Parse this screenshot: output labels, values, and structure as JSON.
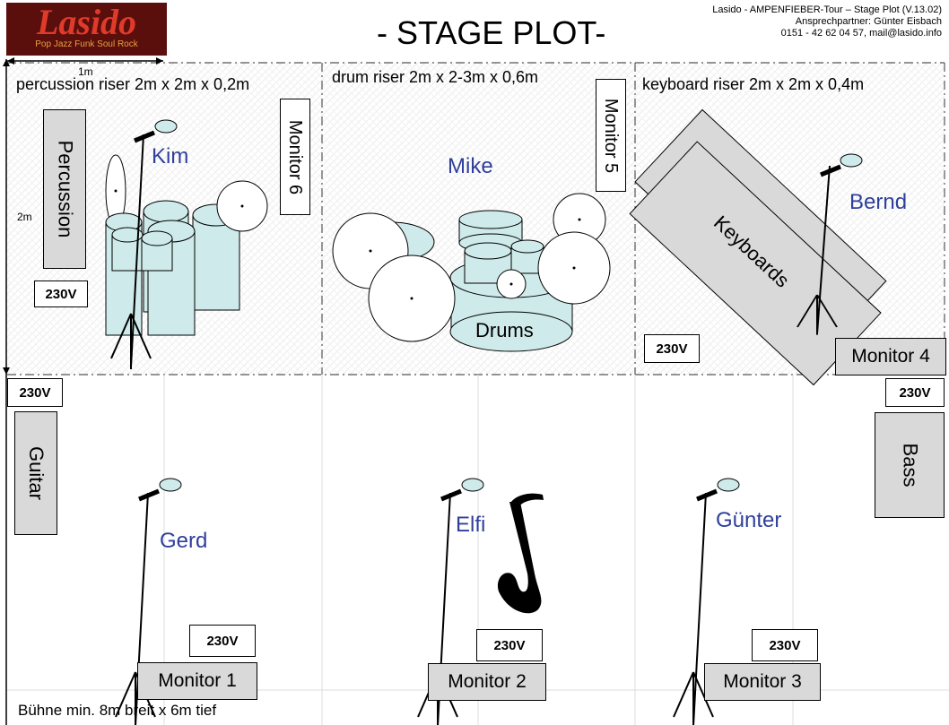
{
  "header": {
    "logo_text": "Lasido",
    "logo_subtext": "Pop Jazz Funk Soul Rock",
    "title": "- STAGE PLOT-",
    "info_line1": "Lasido - AMPENFIEBER-Tour – Stage Plot (V.13.02)",
    "info_line2": "Ansprechpartner: Günter Eisbach",
    "info_line3": "0151 - 42 62 04 57,  mail@lasido.info"
  },
  "dimensions": {
    "width_marker": "1m",
    "height_marker": "2m"
  },
  "risers": {
    "percussion": "percussion riser 2m x 2m x 0,2m",
    "drum": "drum riser 2m x 2-3m x 0,6m",
    "keyboard": "keyboard riser 2m x 2m x 0,4m"
  },
  "musicians": {
    "kim": "Kim",
    "mike": "Mike",
    "bernd": "Bernd",
    "gerd": "Gerd",
    "elfi": "Elfi",
    "gunter": "Günter"
  },
  "instruments": {
    "percussion": "Percussion",
    "drums": "Drums",
    "keyboards": "Keyboards",
    "guitar": "Guitar",
    "bass": "Bass"
  },
  "monitors": {
    "m1": "Monitor 1",
    "m2": "Monitor 2",
    "m3": "Monitor 3",
    "m4": "Monitor 4",
    "m5": "Monitor 5",
    "m6": "Monitor 6"
  },
  "power_label": "230V",
  "footer_note": "Bühne min. 8m breit x 6m tief",
  "colors": {
    "drum_fill": "#cfeaea",
    "instrument_box": "#d9d9d9",
    "name_text": "#2f3f9a",
    "logo_bg": "#5a0f0c",
    "logo_text": "#e03a2a"
  }
}
